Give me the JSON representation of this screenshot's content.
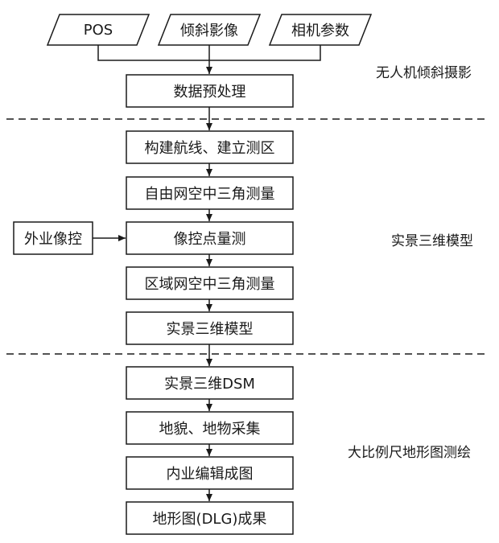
{
  "inputs": [
    "POS",
    "倾斜影像",
    "相机参数"
  ],
  "section1": {
    "title": "无人机倾斜摄影",
    "steps": [
      "数据预处理"
    ]
  },
  "section2": {
    "title": "实景三维模型",
    "steps": [
      "构建航线、建立测区",
      "自由网空中三角测量",
      "像控点量测",
      "区域网空中三角测量",
      "实景三维模型"
    ],
    "side_input": "外业像控"
  },
  "section3": {
    "title": "大比例尺地形图测绘",
    "steps": [
      "实景三维DSM",
      "地貌、地物采集",
      "内业编辑成图",
      "地形图(DLG)成果"
    ]
  },
  "colors": {
    "line": "#1a1a1a",
    "background": "#ffffff"
  }
}
